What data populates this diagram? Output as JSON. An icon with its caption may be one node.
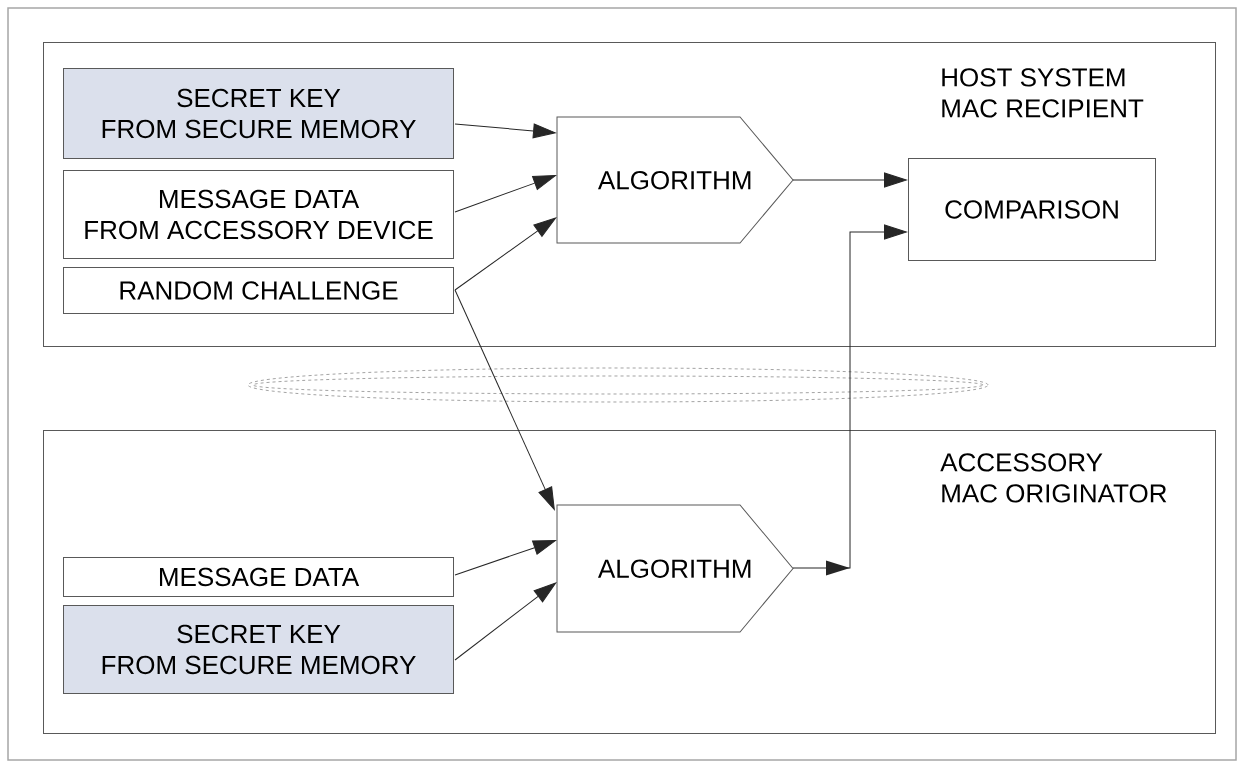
{
  "diagram": {
    "nodes": [
      {
        "text": [
          "HOST SYSTEM MAC RECIPIENT"
        ]
      },
      {
        "text": [
          "SECRET KEY FROM SECURE MEMORY"
        ],
        "in": 0
      },
      {
        "text": [
          "MESSAGE DATA FROM ACCESSORY DEVICE"
        ],
        "in": 0
      },
      {
        "text": [
          "RANDOM CHALLENGE"
        ],
        "in": 0
      },
      {
        "text": [
          "ALGORITHM"
        ],
        "in": 0
      },
      {
        "text": [
          "COMPARISON"
        ],
        "in": 0
      },
      {
        "text": [
          "ACCESSORY MAC ORIGINATOR"
        ]
      },
      {
        "text": [
          "ALGORITHM"
        ],
        "in": 6
      },
      {
        "text": [
          "MESSAGE DATA"
        ],
        "in": 6
      },
      {
        "text": [
          "SECRET KEY FROM SECURE MEMORY"
        ],
        "in": 6
      }
    ],
    "edges": [
      {
        "from": 1,
        "to": 4,
        "arrow": "to"
      },
      {
        "from": 2,
        "to": 4,
        "arrow": "to"
      },
      {
        "from": 3,
        "to": 4,
        "arrow": "to"
      },
      {
        "from": 4,
        "to": 5,
        "arrow": "to"
      },
      {
        "from": 3,
        "to": 7,
        "arrow": "to"
      },
      {
        "from": 8,
        "to": 7,
        "arrow": "to"
      },
      {
        "from": 9,
        "to": 7,
        "arrow": "to"
      },
      {
        "from": 7,
        "to": 5,
        "arrow": "to"
      }
    ]
  }
}
